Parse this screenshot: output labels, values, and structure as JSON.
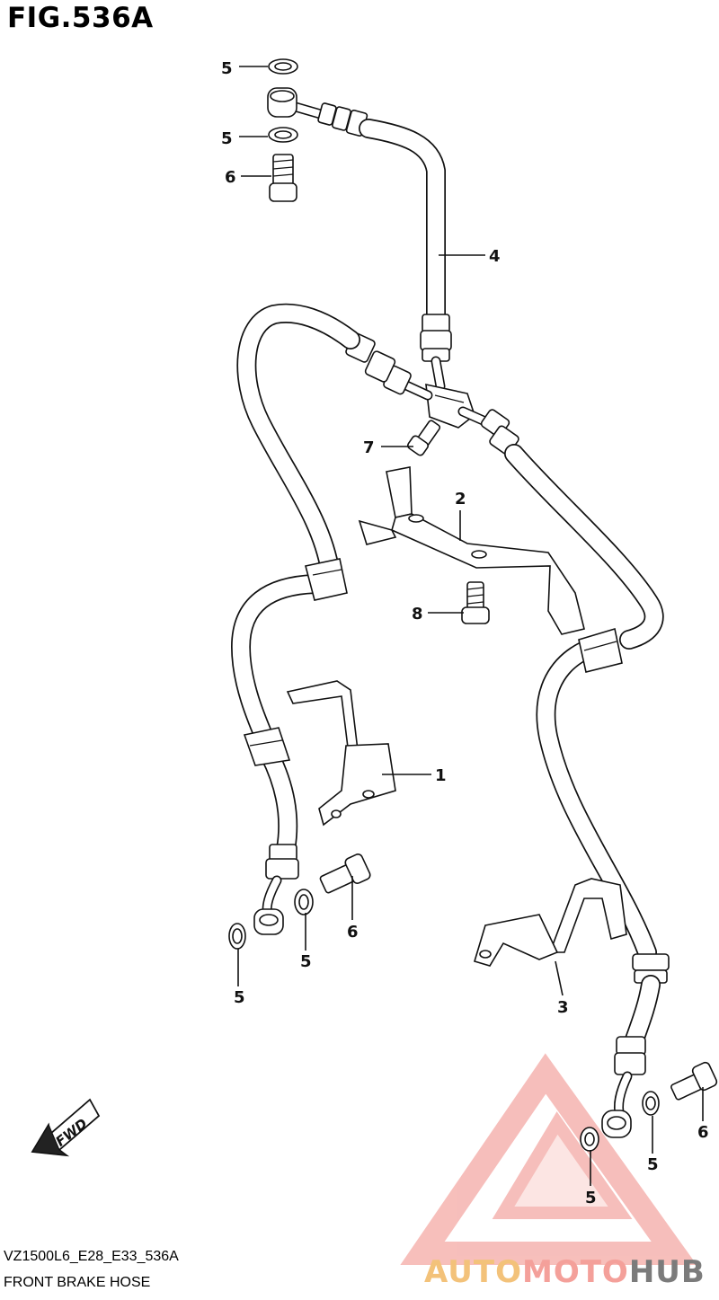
{
  "figure": {
    "title": "FIG.536A"
  },
  "callouts": [
    {
      "id": "c5a",
      "label": "5"
    },
    {
      "id": "c5b",
      "label": "5"
    },
    {
      "id": "c6a",
      "label": "6"
    },
    {
      "id": "c4",
      "label": "4"
    },
    {
      "id": "c7",
      "label": "7"
    },
    {
      "id": "c2",
      "label": "2"
    },
    {
      "id": "c8",
      "label": "8"
    },
    {
      "id": "c1",
      "label": "1"
    },
    {
      "id": "c6b",
      "label": "6"
    },
    {
      "id": "c5c",
      "label": "5"
    },
    {
      "id": "c5d",
      "label": "5"
    },
    {
      "id": "c3",
      "label": "3"
    },
    {
      "id": "c6c",
      "label": "6"
    },
    {
      "id": "c5e",
      "label": "5"
    },
    {
      "id": "c5f",
      "label": "5"
    }
  ],
  "direction_marker": {
    "label": "FWD"
  },
  "footer": {
    "code": "VZ1500L6_E28_E33_536A",
    "name": "FRONT BRAKE HOSE"
  },
  "watermark": {
    "part1": "AUTO",
    "part2": "MOTO",
    "part3": "HUB",
    "colors": {
      "auto": "#f3c27a",
      "moto": "#f4a09a",
      "hub": "#7b7b7b",
      "triangle": "#f08a84"
    }
  }
}
